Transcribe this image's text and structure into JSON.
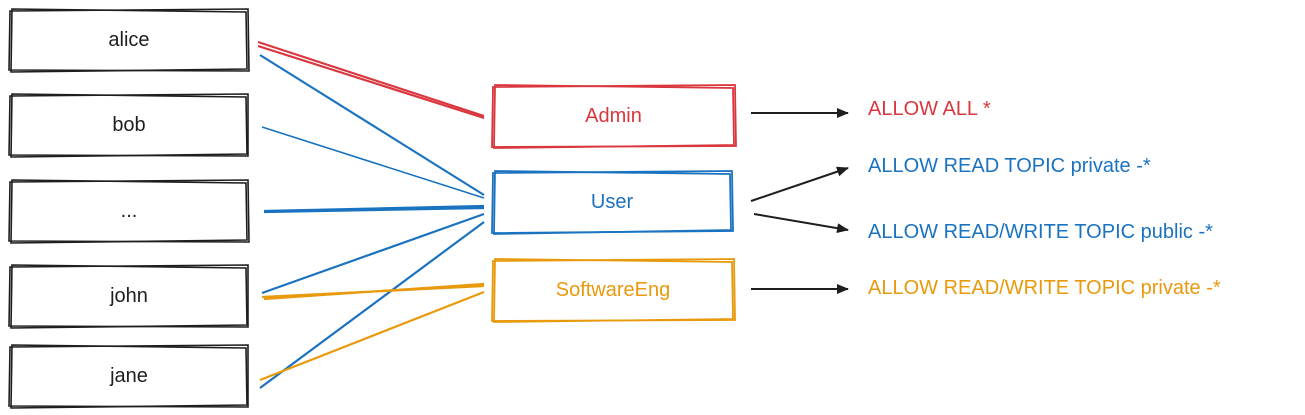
{
  "colors": {
    "stroke_dark": "#1e1e1e",
    "admin": "#d9363e",
    "user": "#1a73c0",
    "softwareeng": "#e8990c"
  },
  "users": [
    {
      "label": "alice"
    },
    {
      "label": "bob"
    },
    {
      "label": "..."
    },
    {
      "label": "john"
    },
    {
      "label": "jane"
    }
  ],
  "roles": [
    {
      "label": "Admin"
    },
    {
      "label": "User"
    },
    {
      "label": "SoftwareEng"
    }
  ],
  "permissions": [
    {
      "label": "ALLOW ALL *"
    },
    {
      "label": "ALLOW READ TOPIC private -*"
    },
    {
      "label": "ALLOW READ/WRITE TOPIC public -*"
    },
    {
      "label": "ALLOW READ/WRITE TOPIC private -*"
    }
  ]
}
